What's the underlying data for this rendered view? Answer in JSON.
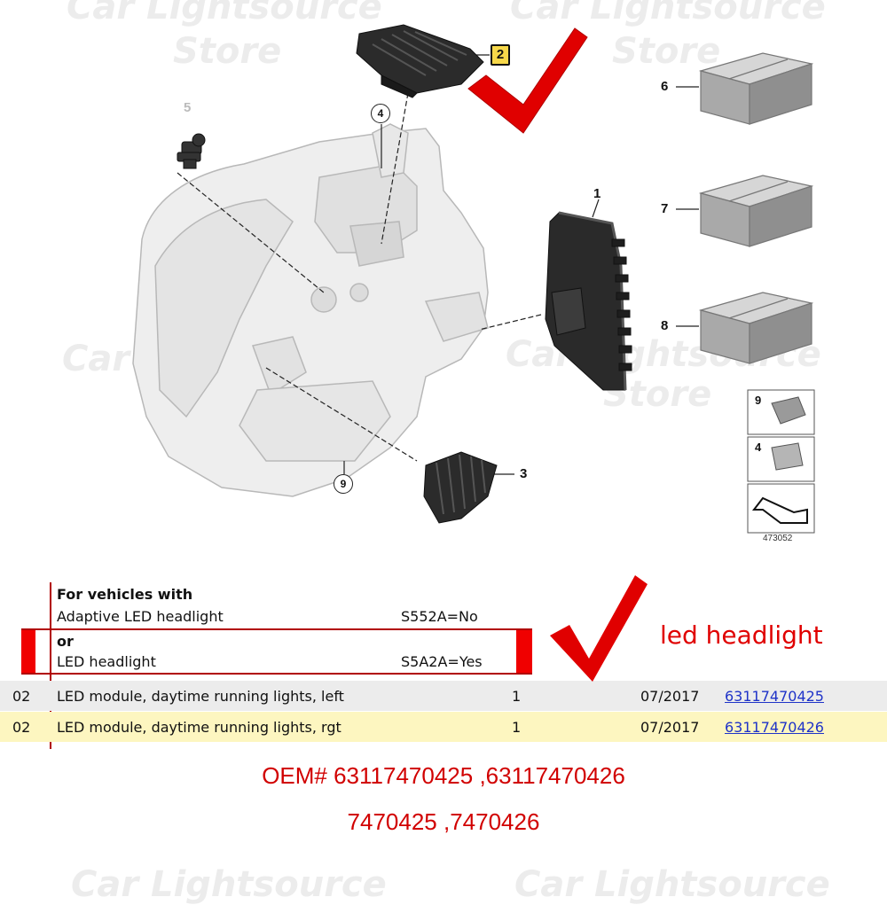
{
  "watermarks": [
    "Car Lightsource",
    "Store"
  ],
  "callouts": {
    "c1": "1",
    "c2": "2",
    "c3": "3",
    "c4": "4",
    "c5": "5",
    "c6": "6",
    "c7": "7",
    "c8": "8",
    "c9": "9",
    "small9": "9",
    "small4": "4"
  },
  "catalog_number": "473052",
  "table": {
    "header_title": "For vehicles with",
    "cond1_label": "Adaptive LED headlight",
    "cond1_code": "S552A=No",
    "or_label": "or",
    "cond2_label": "LED headlight",
    "cond2_code": "S5A2A=Yes",
    "rows": [
      {
        "no": "02",
        "desc": "LED module, daytime running lights, left",
        "qty": "1",
        "date": "07/2017",
        "part": "63117470425"
      },
      {
        "no": "02",
        "desc": "LED module, daytime running lights, rgt",
        "qty": "1",
        "date": "07/2017",
        "part": "63117470426"
      }
    ]
  },
  "annotation": "led headlight",
  "oem_line1": "OEM# 63117470425 ,63117470426",
  "oem_line2": "7470425 ,7470426",
  "colors": {
    "accent_red": "#e00000",
    "link_blue": "#1f33c8",
    "highlight_yellow": "#fdf6c0"
  },
  "icons": [
    "checkmark-icon",
    "checkmark-icon"
  ]
}
